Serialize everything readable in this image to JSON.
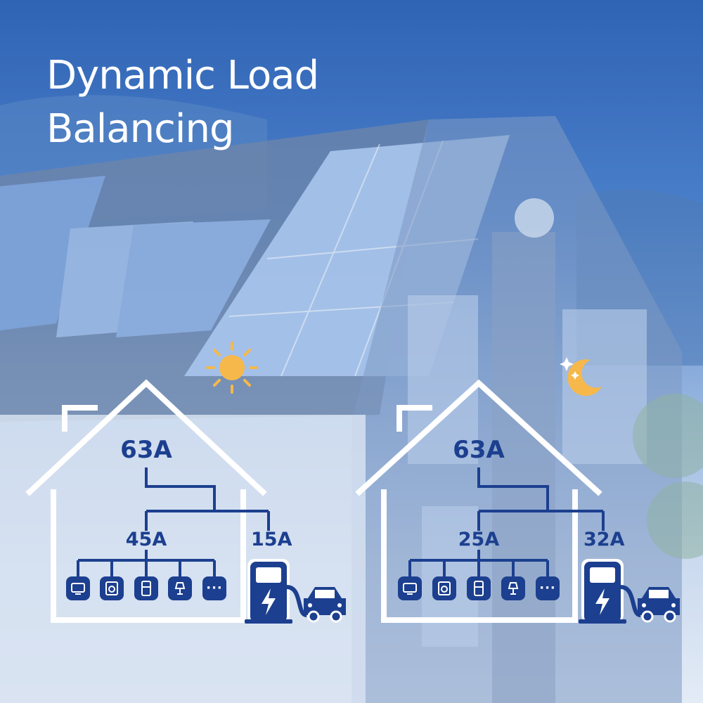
{
  "title": {
    "line1": "Dynamic Load",
    "line2": "Balancing"
  },
  "colors": {
    "navy": "#1c3f8f",
    "outline": "#ffffff",
    "sun": "#f7b84b",
    "moon": "#f7b84b",
    "sky_top": "#2f63b4"
  },
  "panels": [
    {
      "period_icon": "sun-icon",
      "main_supply": "63A",
      "household_load": "45A",
      "ev_charger_load": "15A",
      "appliances": [
        "tv-icon",
        "washing-machine-icon",
        "fridge-icon",
        "lamp-icon",
        "more-icon"
      ]
    },
    {
      "period_icon": "moon-icon",
      "main_supply": "63A",
      "household_load": "25A",
      "ev_charger_load": "32A",
      "appliances": [
        "tv-icon",
        "washing-machine-icon",
        "fridge-icon",
        "lamp-icon",
        "more-icon"
      ]
    }
  ]
}
